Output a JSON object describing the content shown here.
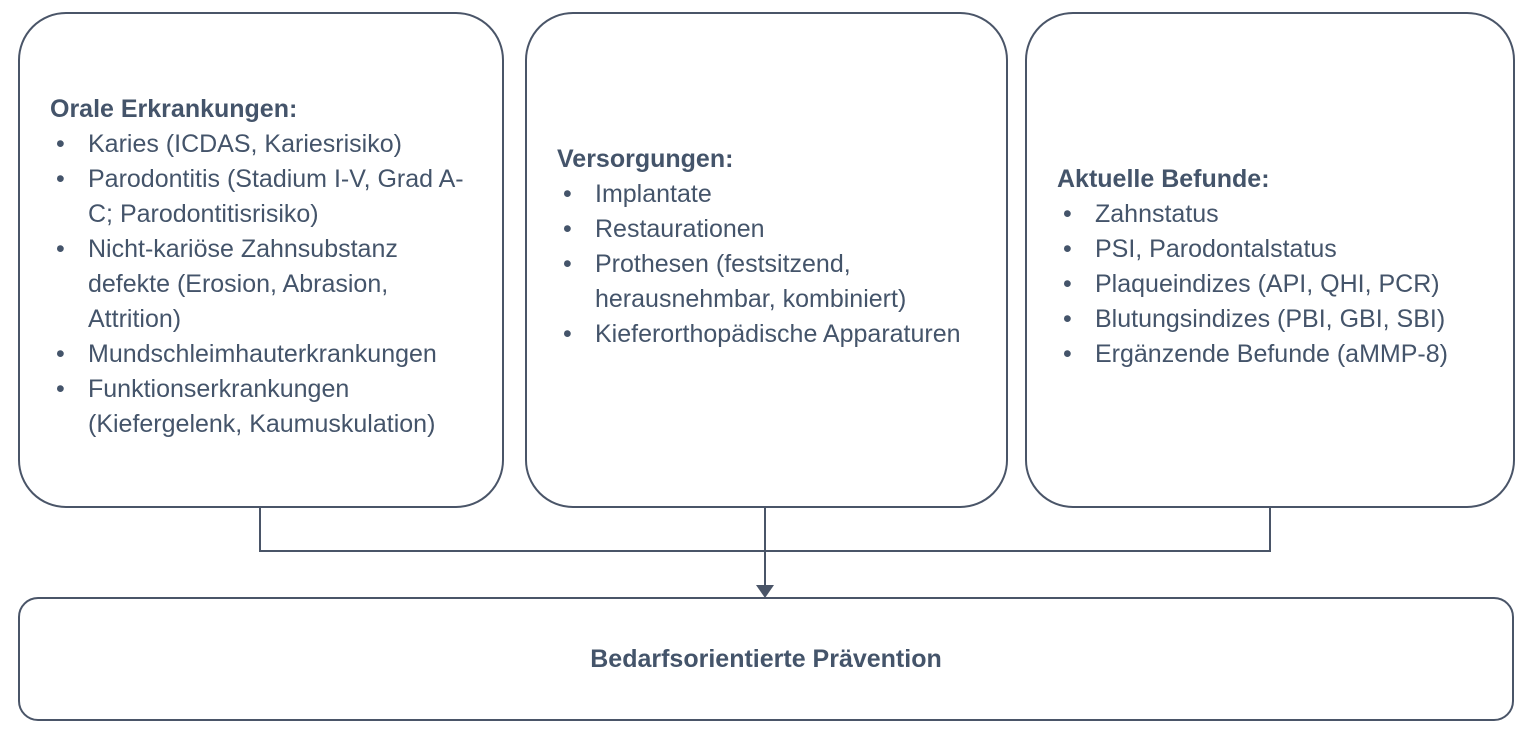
{
  "diagram": {
    "title_text": "Bedarfsorientierte Prävention",
    "accent_color": "#44546A",
    "border_color": "#4A5568",
    "background_color": "#FFFFFF",
    "bullet_glyph": "•"
  },
  "boxes": [
    {
      "id": "orale-erkrankungen",
      "title": "Orale Erkrankungen:",
      "items": [
        "Karies (ICDAS, Kariesrisiko)",
        "Parodontitis (Stadium I-V, Grad A-C; Parodontitisrisiko)",
        "Nicht-kariöse Zahnsubstanz defekte (Erosion, Abrasion, Attrition)",
        "Mundschleimhauterkrankungen",
        "Funktionserkrankungen (Kiefergelenk, Kaumuskulation)"
      ]
    },
    {
      "id": "versorgungen",
      "title": "Versorgungen:",
      "items": [
        "Implantate",
        "Restaurationen",
        "Prothesen (festsitzend, herausnehmbar, kombiniert)",
        "Kieferorthopädische Apparaturen"
      ]
    },
    {
      "id": "aktuelle-befunde",
      "title": "Aktuelle Befunde:",
      "items": [
        "Zahnstatus",
        "PSI, Parodontalstatus",
        "Plaqueindizes (API, QHI, PCR)",
        "Blutungsindizes (PBI, GBI, SBI)",
        "Ergänzende Befunde (aMMP-8)"
      ]
    }
  ],
  "outcome": {
    "label": "Bedarfsorientierte Prävention"
  }
}
